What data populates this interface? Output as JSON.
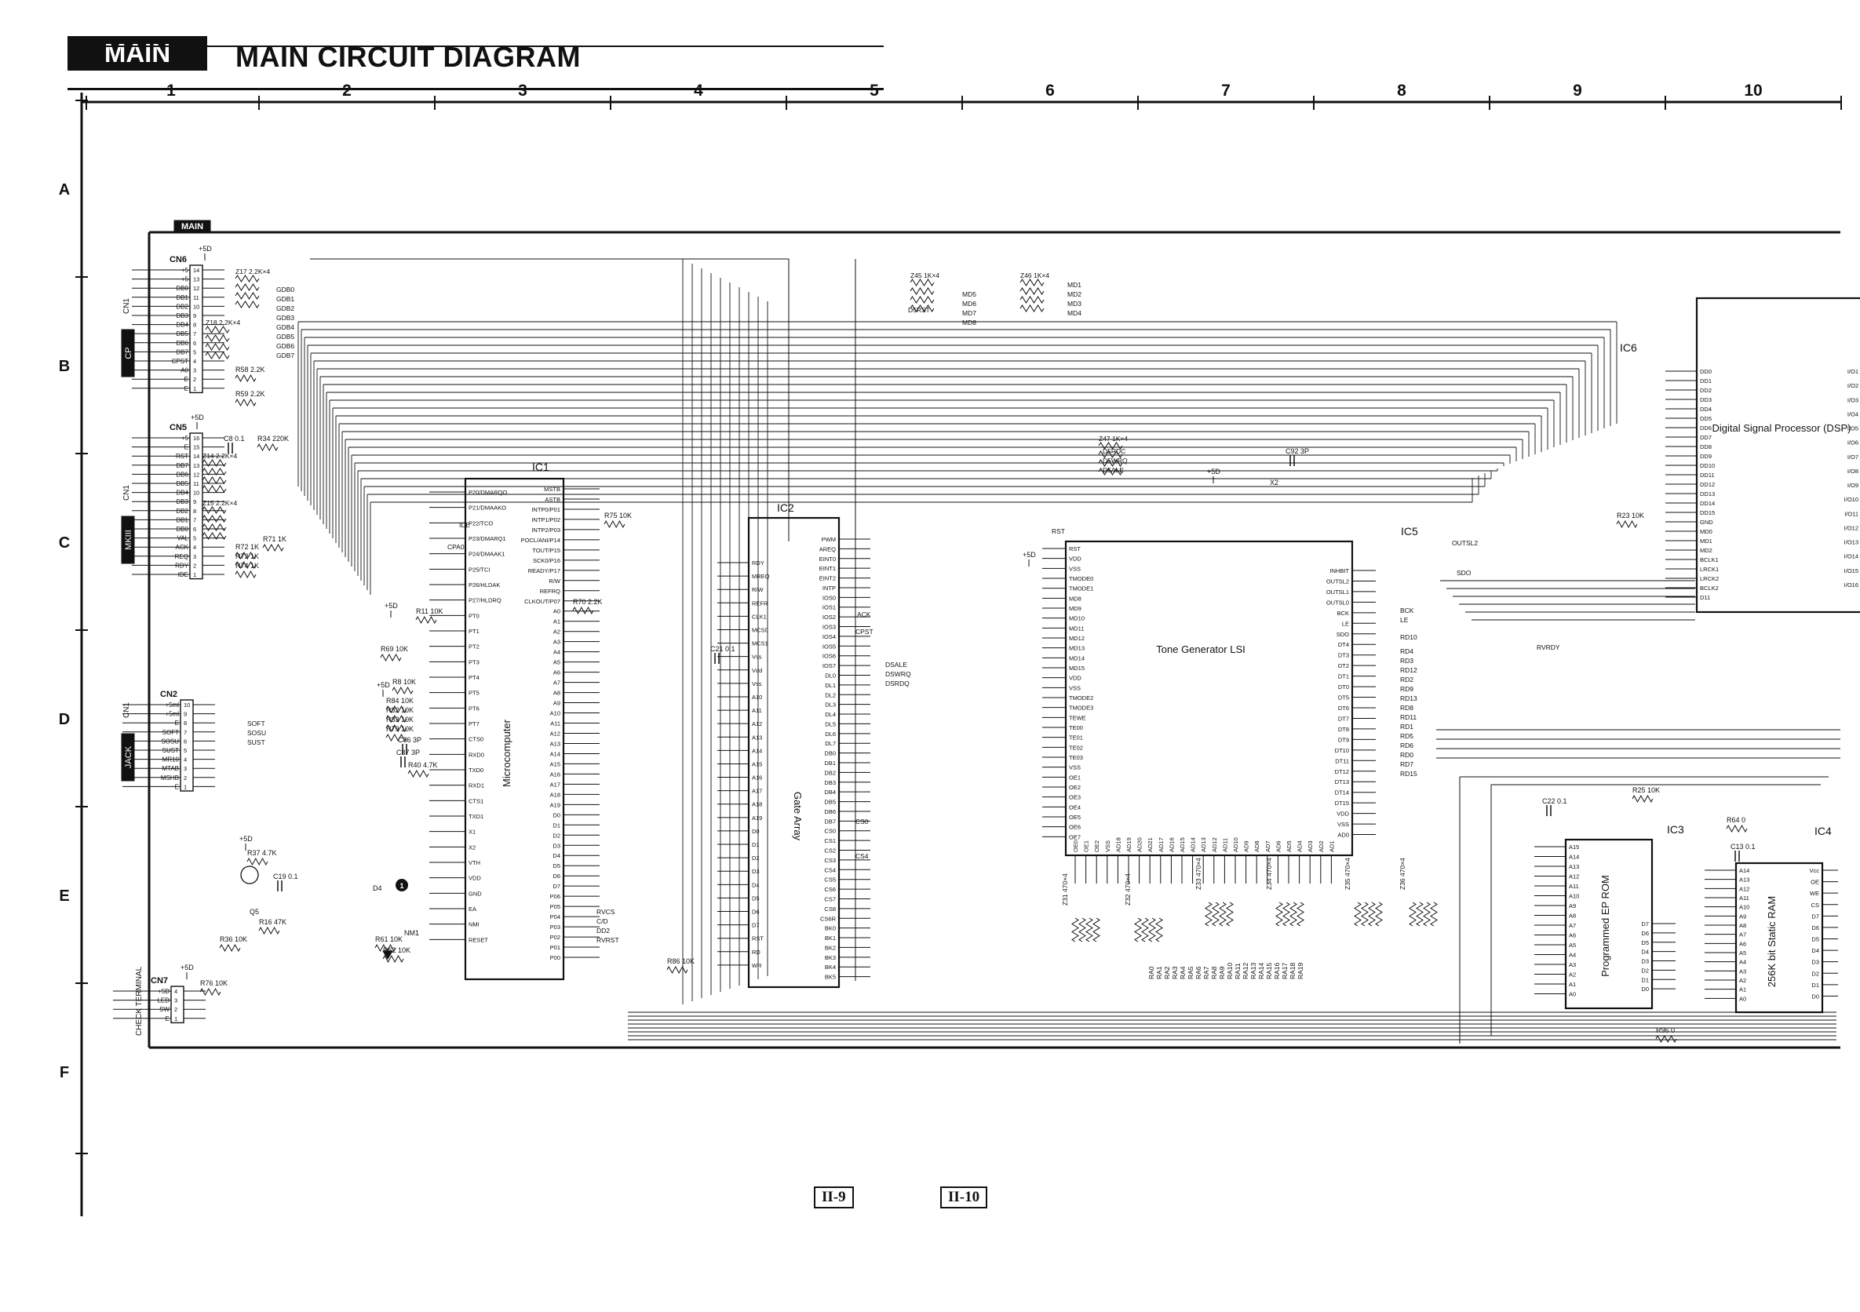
{
  "header": {
    "badge": "MAIN",
    "title": "MAIN CIRCUIT DIAGRAM"
  },
  "grid": {
    "columns": [
      "1",
      "2",
      "3",
      "4",
      "5",
      "6",
      "7",
      "8",
      "9",
      "10"
    ],
    "rows": [
      "A",
      "B",
      "C",
      "D",
      "E",
      "F"
    ]
  },
  "frame_tag": "MAIN",
  "side_tags": [
    "CP",
    "MKIII",
    "JACK"
  ],
  "side_cn": "CN1",
  "check_terminal": "CHECK TERMINAL",
  "connectors": [
    {
      "ref": "CN6",
      "pins": [
        "+5",
        "+5",
        "DB0",
        "DB1",
        "DB2",
        "DB3",
        "DB4",
        "DB5",
        "DB6",
        "DB7",
        "CPST",
        "A0",
        "E",
        "E"
      ]
    },
    {
      "ref": "CN5",
      "pins": [
        "+5",
        "E",
        "RST",
        "DB7",
        "DB6",
        "DB5",
        "DB4",
        "DB3",
        "DB2",
        "DB1",
        "DB0",
        "VAL",
        "ACK",
        "REQ",
        "RDY",
        "IDE"
      ]
    },
    {
      "ref": "CN2",
      "pins": [
        "+5ml",
        "+5ml",
        "E",
        "SOFT",
        "SOSU",
        "SUST",
        "MR10",
        "MTAB",
        "MSHB",
        "E"
      ]
    },
    {
      "ref": "CN7",
      "pins": [
        "+5D",
        "LED",
        "SW",
        "E"
      ]
    }
  ],
  "resistor_packs": [
    "Z17 2.2K×4",
    "Z18 2.2K×4",
    "Z14 2.2K×4",
    "Z15 2.2K×4",
    "Z45 1K×4",
    "Z46 1K×4",
    "Z47 1K×4",
    "Z31 470×4",
    "Z32 470×4",
    "Z33 470×4",
    "Z34 470×4",
    "Z35 470×4",
    "Z36 470×4"
  ],
  "parts": [
    "R58 2.2K",
    "R59 2.2K",
    "C8 0.1",
    "R34 220K",
    "R71 1K",
    "R72 1K",
    "R73 1K",
    "R74 1K",
    "R75 10K",
    "R70 2.2K",
    "R11 10K",
    "R69 10K",
    "R8 10K",
    "R84 10K",
    "R82 10K",
    "R83 10K",
    "R79 10K",
    "C86 3P",
    "C87 3P",
    "R40 4.7K",
    "R37 4.7K",
    "C19 0.1",
    "R16 47K",
    "R36 10K",
    "R61 10K",
    "NM1",
    "D4",
    "R62 10K",
    "R76 10K",
    "R86 10K",
    "X2",
    "C92 3P",
    "C21 0.1",
    "R23 10K",
    "R25 10K",
    "C22 0.1",
    "R64 0",
    "C13 0.1",
    "R96 0",
    "Q5"
  ],
  "power_labels": [
    "+5D",
    "+5D",
    "+5D",
    "+5D",
    "+5D",
    "+5D",
    "+5D",
    "+5D"
  ],
  "ic1": {
    "ref": "IC1",
    "name": "Microcomputer",
    "left_pins": [
      "P20/DMARQO",
      "P21/DMAAKO",
      "P22/TCO",
      "P23/DMARQ1",
      "P24/DMAAK1",
      "P25/TCI",
      "P26/HLDAK",
      "P27/HLDRQ",
      "PT0",
      "PT1",
      "PT2",
      "PT3",
      "PT4",
      "PT5",
      "PT6",
      "PT7",
      "CTS0",
      "RXD0",
      "TXD0",
      "RXD1",
      "CTS1",
      "TXD1",
      "X1",
      "X2",
      "VTH",
      "VDD",
      "GND",
      "EA",
      "NMI",
      "RESET"
    ],
    "right_pins": [
      "MSTB",
      "ASTB",
      "INTP0/P01",
      "INTP1/P02",
      "INTP2/P03",
      "POCL/ANI/P14",
      "TOUT/P15",
      "SCK0/P16",
      "READY/P17",
      "R/W",
      "REFRQ",
      "CLKOUT/P07",
      "A0",
      "A1",
      "A2",
      "A3",
      "A4",
      "A5",
      "A6",
      "A7",
      "A8",
      "A9",
      "A10",
      "A11",
      "A12",
      "A13",
      "A14",
      "A15",
      "A16",
      "A17",
      "A18",
      "A19",
      "D0",
      "D1",
      "D2",
      "D3",
      "D4",
      "D5",
      "D6",
      "D7",
      "P06",
      "P05",
      "P04",
      "P03",
      "P02",
      "P01",
      "P00"
    ]
  },
  "ic2": {
    "ref": "IC2",
    "name": "Gate Array",
    "left_pins": [
      "RDY",
      "MREQ",
      "R/W",
      "REFR",
      "CLK1",
      "MCS0",
      "MCS1",
      "Vss",
      "Vdd",
      "Vss",
      "A10",
      "A11",
      "A12",
      "A13",
      "A14",
      "A15",
      "A16",
      "A17",
      "A18",
      "A19",
      "D0",
      "D1",
      "D2",
      "D3",
      "D4",
      "D5",
      "D6",
      "D7",
      "RST",
      "RD",
      "WR"
    ],
    "right_pins": [
      "PWM",
      "AREQ",
      "EINT0",
      "EINT1",
      "EINT2",
      "INTP",
      "IOS0",
      "IOS1",
      "IOS2",
      "IOS3",
      "IOS4",
      "IOS5",
      "IOS6",
      "IOS7",
      "DL0",
      "DL1",
      "DL2",
      "DL3",
      "DL4",
      "DL5",
      "DL6",
      "DL7",
      "DB0",
      "DB1",
      "DB2",
      "DB3",
      "DB4",
      "DB5",
      "DB6",
      "DB7",
      "CS0",
      "CS1",
      "CS2",
      "CS3",
      "CS4",
      "CS5",
      "CS6",
      "CS7",
      "CS8",
      "CS6R",
      "BK0",
      "BK1",
      "BK2",
      "BK3",
      "BK4",
      "BK5"
    ]
  },
  "ic5": {
    "ref": "IC5",
    "name": "Tone Generator LSI",
    "left_pins": [
      "RST",
      "VDD",
      "VSS",
      "TMODE0",
      "TMODE1",
      "MD8",
      "MD9",
      "MD10",
      "MD11",
      "MD12",
      "MD13",
      "MD14",
      "MD15",
      "VDD",
      "VSS",
      "TMODE2",
      "TMODE3",
      "TEWE",
      "TE00",
      "TE01",
      "TE02",
      "TE03",
      "VSS",
      "OE1",
      "OE2",
      "OE3",
      "OE4",
      "OE5",
      "OE6",
      "OE7"
    ],
    "right_pins": [
      "INHBIT",
      "OUTSL2",
      "OUTSL1",
      "OUTSL0",
      "BCK",
      "LE",
      "SDO",
      "DT4",
      "DT3",
      "DT2",
      "DT1",
      "DT0",
      "DT5",
      "DT6",
      "DT7",
      "DT8",
      "DT9",
      "DT10",
      "DT11",
      "DT12",
      "DT13",
      "DT14",
      "DT15",
      "VDD",
      "VSS",
      "AD0"
    ],
    "bottom_pins": [
      "OE0",
      "OE1",
      "OE2",
      "VSS",
      "AD18",
      "AD19",
      "AD20",
      "AD21",
      "AD17",
      "AD16",
      "AD15",
      "AD14",
      "AD13",
      "AD12",
      "AD11",
      "AD10",
      "AD9",
      "AD8",
      "AD7",
      "AD6",
      "AD5",
      "AD4",
      "AD3",
      "AD2",
      "AD1"
    ]
  },
  "ic6": {
    "ref": "IC6",
    "name": "Digital Signal Processor (DSP)",
    "left_pins": [
      "DD0",
      "DD1",
      "DD2",
      "DD3",
      "DD4",
      "DD5",
      "DD6",
      "DD7",
      "DD8",
      "DD9",
      "DD10",
      "DD11",
      "DD12",
      "DD13",
      "DD14",
      "DD15",
      "GND",
      "MD0",
      "MD1",
      "MD2",
      "BCLK1",
      "LRCK1",
      "LRCK2",
      "BCLK2",
      "D11"
    ],
    "right_pins": [
      "I/O1",
      "I/O2",
      "I/O3",
      "I/O4",
      "I/O5",
      "I/O6",
      "I/O7",
      "I/O8",
      "I/O9",
      "I/O10",
      "I/O11",
      "I/O12",
      "I/O13",
      "I/O14",
      "I/O15",
      "I/O16"
    ]
  },
  "ic3": {
    "ref": "IC3",
    "name": "Programmed EP ROM",
    "left_pins": [
      "A15",
      "A14",
      "A13",
      "A12",
      "A11",
      "A10",
      "A9",
      "A8",
      "A7",
      "A6",
      "A5",
      "A4",
      "A3",
      "A2",
      "A1",
      "A0"
    ],
    "right_pins": [
      "D7",
      "D6",
      "D5",
      "D4",
      "D3",
      "D2",
      "D1",
      "D0"
    ]
  },
  "ic4": {
    "ref": "IC4",
    "name": "256K bit Static RAM",
    "left_pins": [
      "A14",
      "A13",
      "A12",
      "A11",
      "A10",
      "A9",
      "A8",
      "A7",
      "A6",
      "A5",
      "A4",
      "A3",
      "A2",
      "A1",
      "A0"
    ],
    "right_pins": [
      "Vcc",
      "OE",
      "WE",
      "CS",
      "D7",
      "D6",
      "D5",
      "D4",
      "D3",
      "D2",
      "D1",
      "D0"
    ]
  },
  "net_labels": [
    "GDB0",
    "GDB1",
    "GDB2",
    "GDB3",
    "GDB4",
    "GDB5",
    "GDB6",
    "GDB7",
    "MD1",
    "MD2",
    "MD3",
    "MD4",
    "MD5",
    "MD6",
    "MD7",
    "MD8",
    "D5RST",
    "RST",
    "CPST",
    "ACK",
    "DSALE",
    "DSWRQ",
    "DSRDQ",
    "D5RDC",
    "D5WRQ",
    "D5ALE",
    "OUTSL2",
    "SDO",
    "BCK",
    "LE",
    "RVRDY",
    "RD10",
    "RD4",
    "RD3",
    "RD12",
    "RD2",
    "RD9",
    "RD13",
    "RD8",
    "RD11",
    "RD1",
    "RD5",
    "RD6",
    "RD0",
    "RD7",
    "RD15",
    "RA0",
    "RA1",
    "RA2",
    "RA3",
    "RA4",
    "RA5",
    "RA6",
    "RA7",
    "RA8",
    "RA9",
    "RA10",
    "RA11",
    "RA12",
    "RA13",
    "RA14",
    "RA15",
    "RA16",
    "RA17",
    "RA18",
    "RA19",
    "SOFT",
    "SOSU",
    "SUST",
    "IDE",
    "CPA0",
    "RVCS",
    "C/D",
    "DD2",
    "RVRST",
    "CS0",
    "CS4"
  ],
  "footer": {
    "left_page": "II-9",
    "right_page": "II-10"
  }
}
